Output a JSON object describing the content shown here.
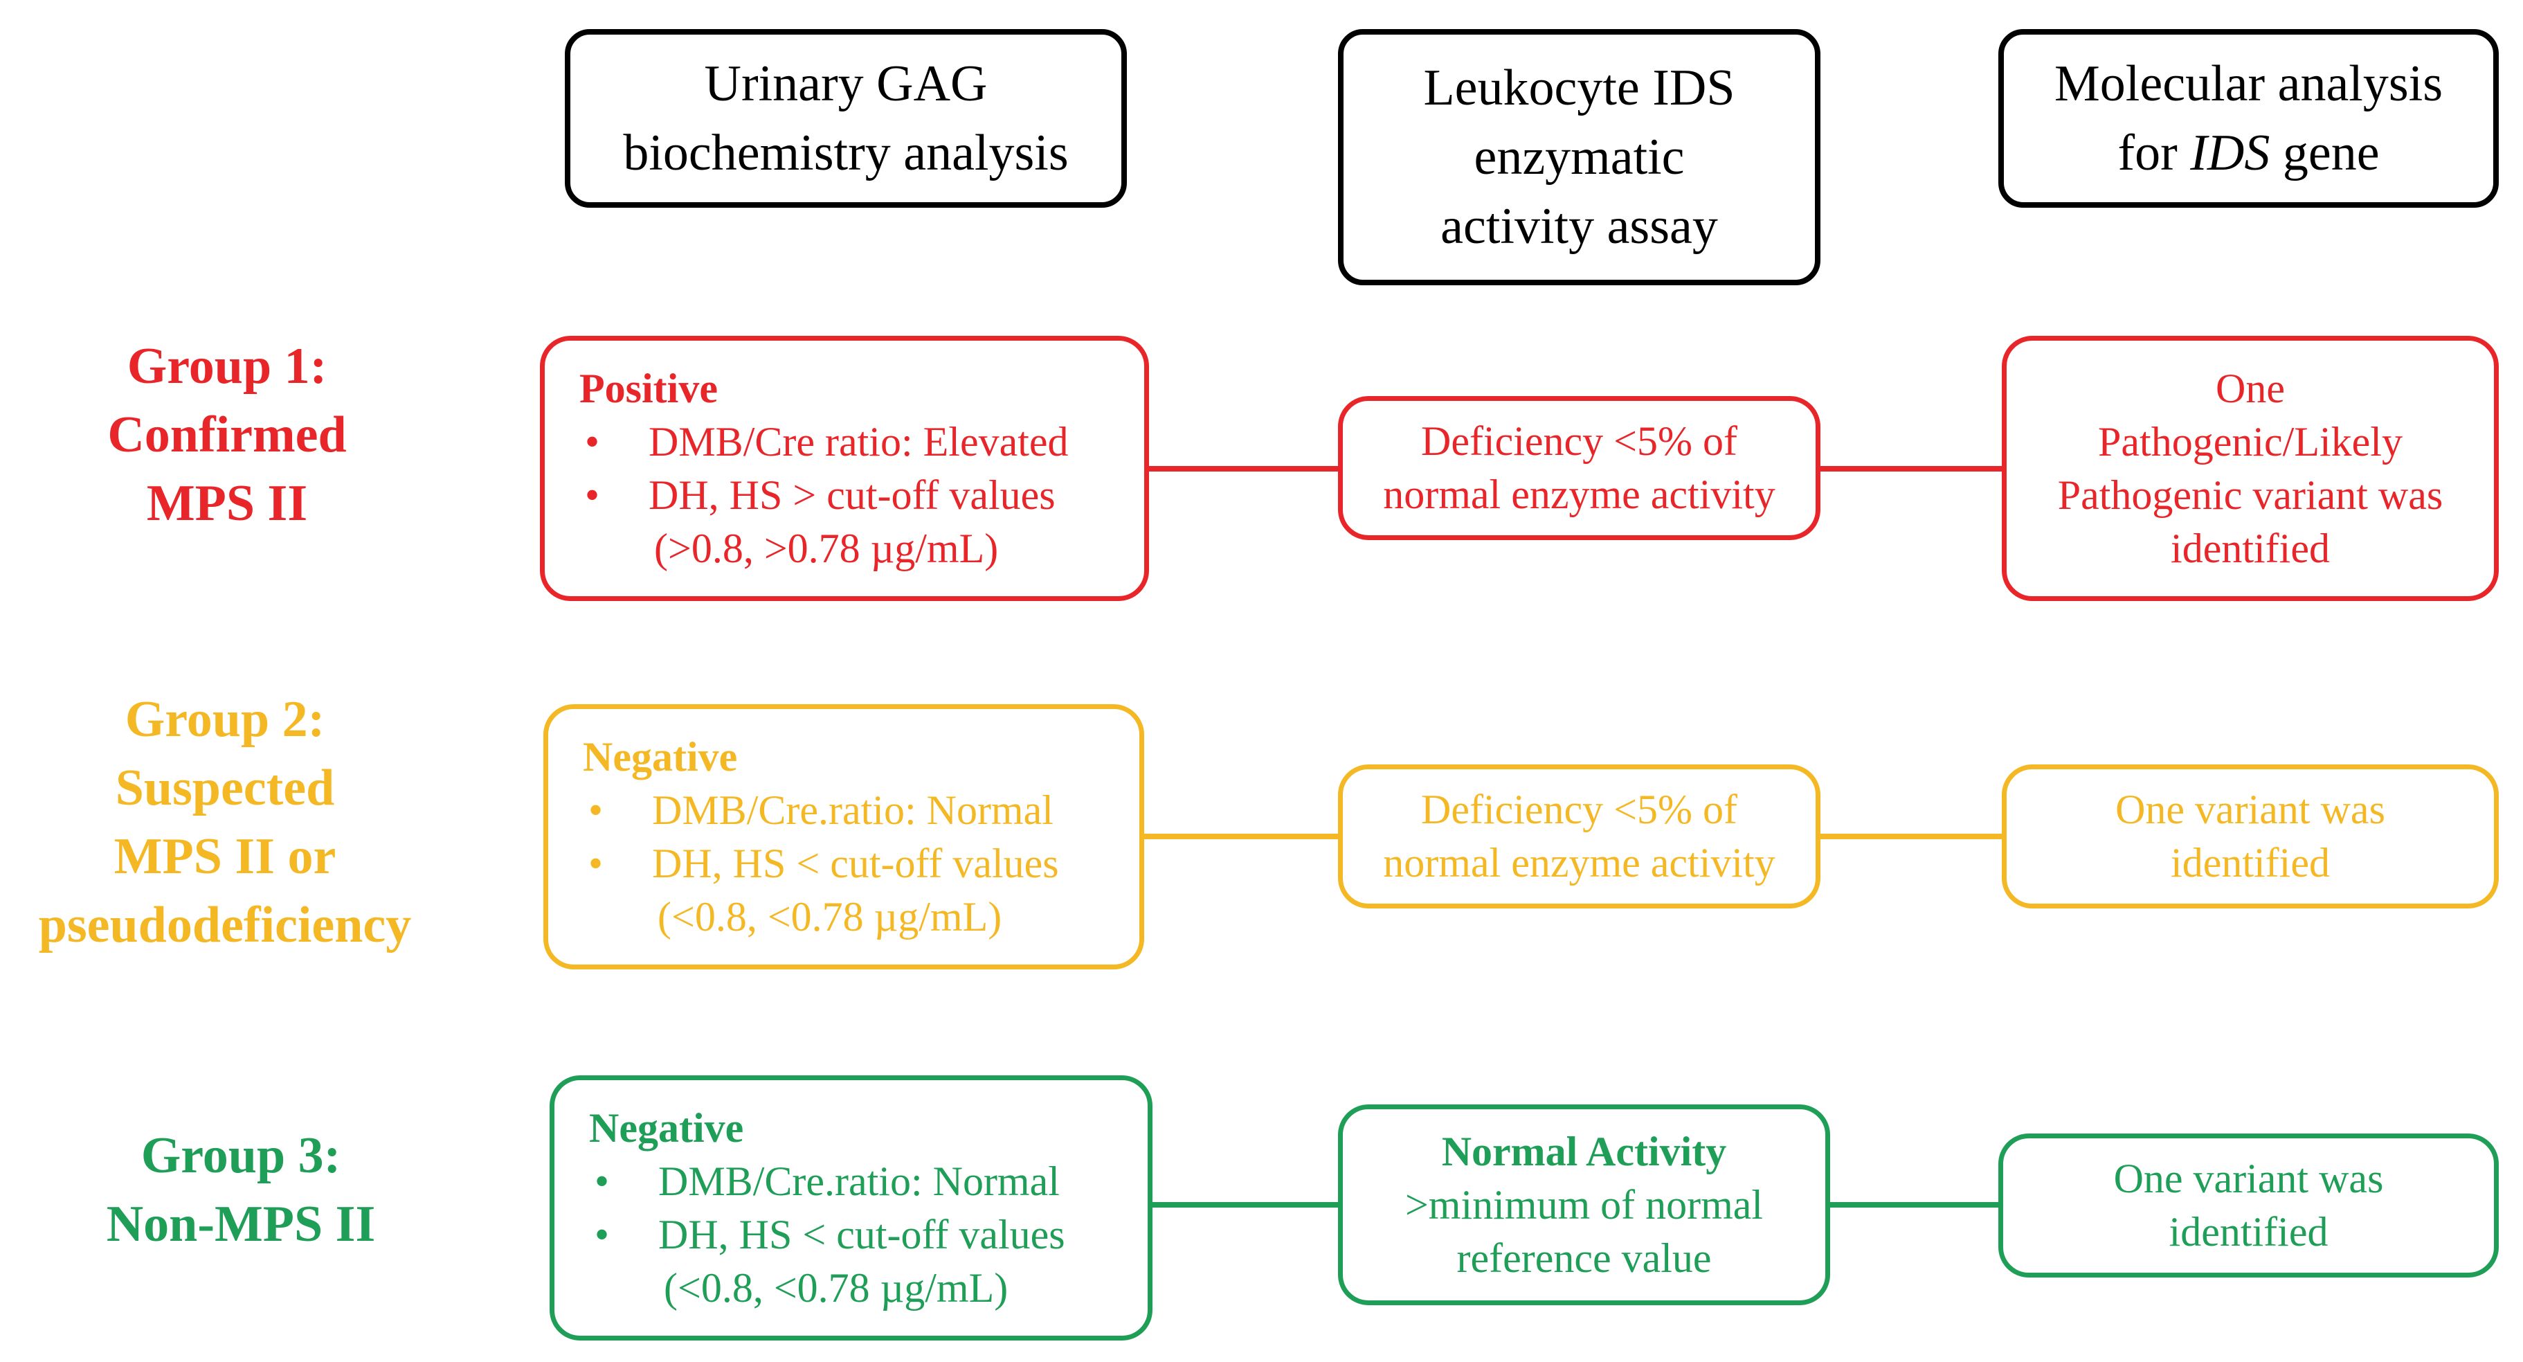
{
  "headers": {
    "urinary": [
      "Urinary GAG",
      "biochemistry analysis"
    ],
    "leukocyte": [
      "Leukocyte IDS",
      "enzymatic",
      "activity assay"
    ],
    "molecular": {
      "line1": "Molecular analysis",
      "line2_pre": "for ",
      "line2_em": "IDS",
      "line2_post": " gene"
    }
  },
  "colors": {
    "red": "#e8262a",
    "yellow": "#f4b824",
    "green": "#1f9e58",
    "black": "#000000"
  },
  "groups": [
    {
      "label": [
        "Group 1:",
        "Confirmed",
        "MPS II"
      ],
      "biochem": {
        "title": "Positive",
        "bullets": [
          "DMB/Cre ratio: Elevated",
          "DH, HS > cut-off values"
        ],
        "extra": "(>0.8, >0.78 µg/mL)"
      },
      "enzyme": {
        "lines": [
          "Deficiency  <5% of",
          "normal enzyme activity"
        ]
      },
      "molecular": {
        "lines": [
          "One",
          "Pathogenic/Likely",
          "Pathogenic variant was",
          "identified"
        ]
      }
    },
    {
      "label": [
        "Group 2:",
        "Suspected",
        "MPS II or",
        "pseudodeficiency"
      ],
      "biochem": {
        "title": "Negative",
        "bullets": [
          "DMB/Cre.ratio: Normal",
          "DH, HS < cut-off values"
        ],
        "extra": "(<0.8, <0.78 µg/mL)"
      },
      "enzyme": {
        "lines": [
          "Deficiency  <5% of",
          "normal enzyme activity"
        ]
      },
      "molecular": {
        "lines": [
          "One  variant  was",
          "identified"
        ]
      }
    },
    {
      "label": [
        "Group 3:",
        "Non-MPS II"
      ],
      "biochem": {
        "title": "Negative",
        "bullets": [
          "DMB/Cre.ratio: Normal",
          "DH, HS < cut-off values"
        ],
        "extra": "(<0.8, <0.78 µg/mL)"
      },
      "enzyme": {
        "title": "Normal Activity",
        "lines": [
          ">minimum  of normal",
          "reference value"
        ]
      },
      "molecular": {
        "lines": [
          "One  variant  was",
          "identified"
        ]
      }
    }
  ],
  "bullet_glyph": "•"
}
